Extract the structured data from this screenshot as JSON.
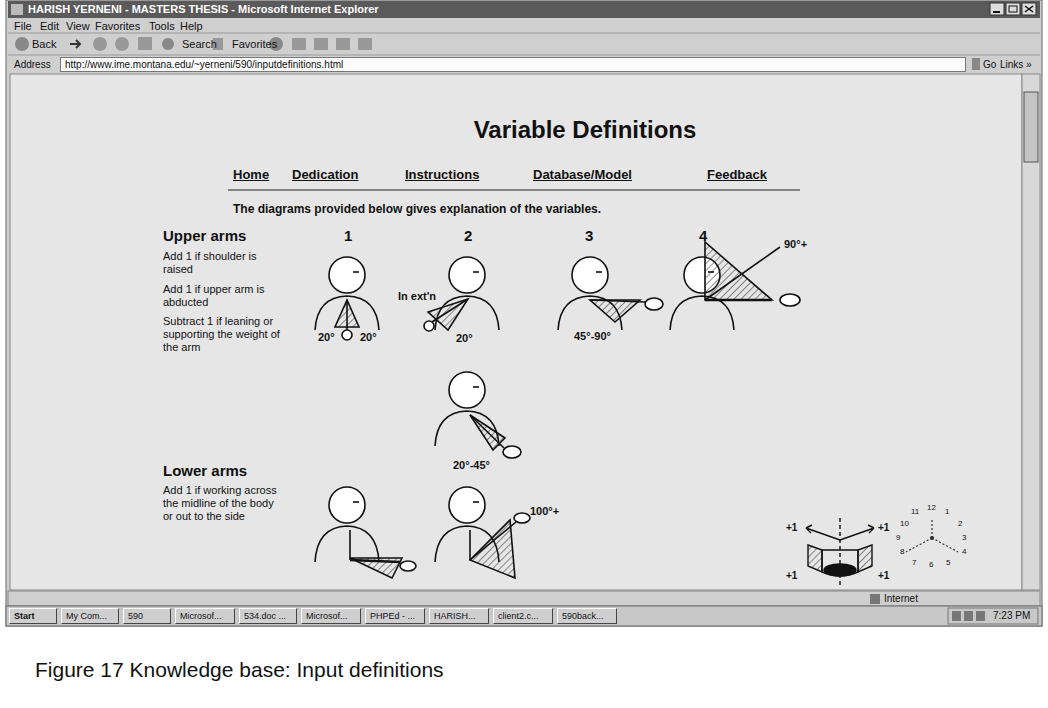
{
  "diagram": {
    "title": "Variable Definitions",
    "caption": "Figure 17 Knowledge base: Input definitions",
    "nodes": [
      {
        "text": [
          "http://www.ime.montana.edu/~yerneni/590/inputdefinitions.html"
        ]
      },
      {
        "text": [
          "Start"
        ]
      },
      {
        "text": [
          "My Com..."
        ]
      },
      {
        "text": [
          "590"
        ]
      },
      {
        "text": [
          "Microsof..."
        ]
      },
      {
        "text": [
          "534.doc ..."
        ]
      },
      {
        "text": [
          "Microsof..."
        ]
      },
      {
        "text": [
          "PHPEd - ..."
        ]
      },
      {
        "text": [
          "HARISH..."
        ]
      },
      {
        "text": [
          "client2.c..."
        ]
      },
      {
        "text": [
          "590back..."
        ]
      }
    ],
    "labels": [
      "HARISH YERNENI - MASTERS THESIS - Microsoft Internet Explorer",
      "File",
      "Edit",
      "View",
      "Favorites",
      "Tools",
      "Help",
      "Back",
      "Search",
      "Favorites",
      "Address",
      "Go",
      "Links »",
      "Home",
      "Dedication",
      "Instructions",
      "Database/Model",
      "Feedback",
      "The diagrams provided below gives explanation of the variables.",
      "Upper arms",
      "1",
      "2",
      "3",
      "4",
      "Add 1 if shoulder is raised",
      "Add 1 if upper arm is abducted",
      "Subtract 1 if leaning or supporting the weight of the arm",
      "20°",
      "20°",
      "In ext'n",
      "20°",
      "45°-90°",
      "90°+",
      "20°-45°",
      "Lower arms",
      "Add 1 if working across the midline of the body or out to the side",
      "100°+",
      "+1",
      "+1",
      "+1",
      "+1",
      "11",
      "12",
      "1",
      "10",
      "2",
      "9",
      "3",
      "8",
      "4",
      "7",
      "6",
      "5",
      "Internet",
      "7:23 PM"
    ]
  }
}
